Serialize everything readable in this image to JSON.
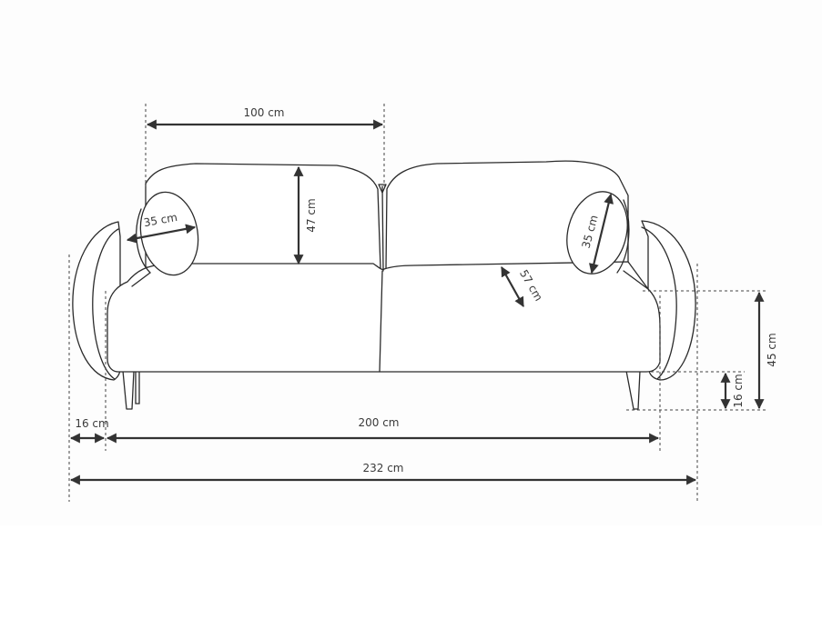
{
  "diagram": {
    "subject": "sofa front view with dimensions",
    "colors": {
      "line": "#2b2b2b",
      "dimension": "#333333",
      "text": "#3a3a3a",
      "background": "#ffffff"
    },
    "dimensions": {
      "seat_width_one_cushion": "100 cm",
      "backrest_height": "47 cm",
      "left_bolster_diameter": "35 cm",
      "right_bolster_diameter": "35 cm",
      "seat_depth": "57 cm",
      "seat_height": "45 cm",
      "leg_height": "16 cm",
      "armrest_width": "16 cm",
      "inner_width": "200 cm",
      "total_width": "232 cm"
    }
  }
}
